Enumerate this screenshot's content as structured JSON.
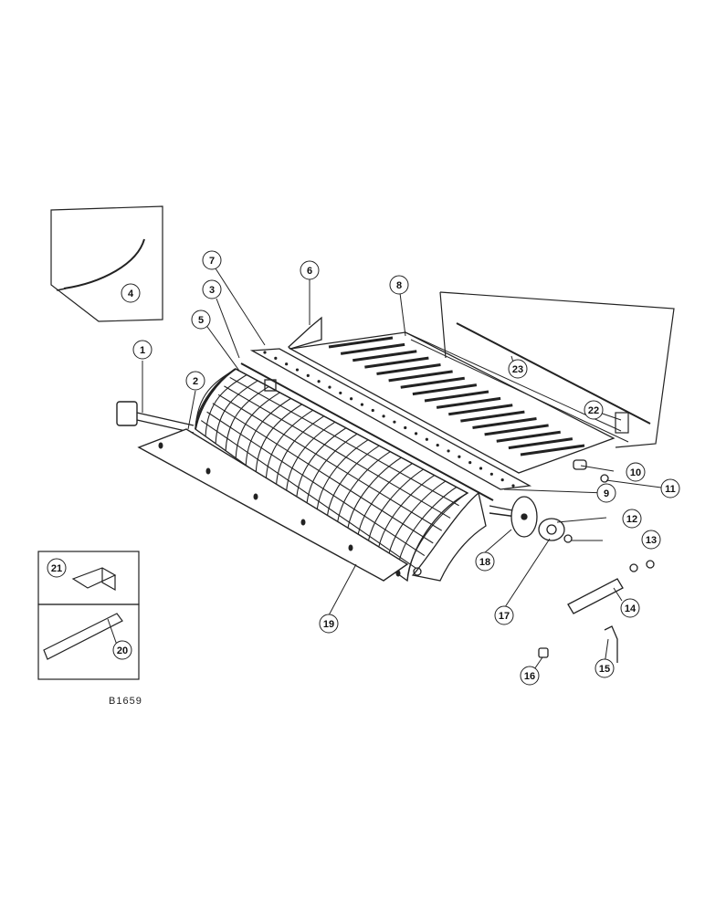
{
  "drawing_code": "B1659",
  "callouts": [
    {
      "id": "c1",
      "label": "1"
    },
    {
      "id": "c2",
      "label": "2"
    },
    {
      "id": "c3",
      "label": "3"
    },
    {
      "id": "c4",
      "label": "4"
    },
    {
      "id": "c5",
      "label": "5"
    },
    {
      "id": "c6",
      "label": "6"
    },
    {
      "id": "c7",
      "label": "7"
    },
    {
      "id": "c8",
      "label": "8"
    },
    {
      "id": "c9",
      "label": "9"
    },
    {
      "id": "c10",
      "label": "10"
    },
    {
      "id": "c11",
      "label": "11"
    },
    {
      "id": "c12",
      "label": "12"
    },
    {
      "id": "c13",
      "label": "13"
    },
    {
      "id": "c14",
      "label": "14"
    },
    {
      "id": "c15",
      "label": "15"
    },
    {
      "id": "c16",
      "label": "16"
    },
    {
      "id": "c17",
      "label": "17"
    },
    {
      "id": "c18",
      "label": "18"
    },
    {
      "id": "c19",
      "label": "19"
    },
    {
      "id": "c20",
      "label": "20"
    },
    {
      "id": "c21",
      "label": "21"
    },
    {
      "id": "c22",
      "label": "22"
    },
    {
      "id": "c23",
      "label": "23"
    }
  ]
}
